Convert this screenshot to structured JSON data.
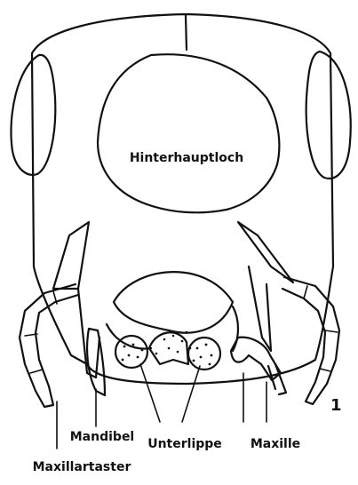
{
  "labels": {
    "occipital_foramen": "Hinterhauptloch",
    "mandible": "Mandibel",
    "labium": "Unterlippe",
    "maxilla": "Maxille",
    "maxillary_palp": "Maxillartaster"
  },
  "figure_number": "1",
  "ink_color": "#111111"
}
